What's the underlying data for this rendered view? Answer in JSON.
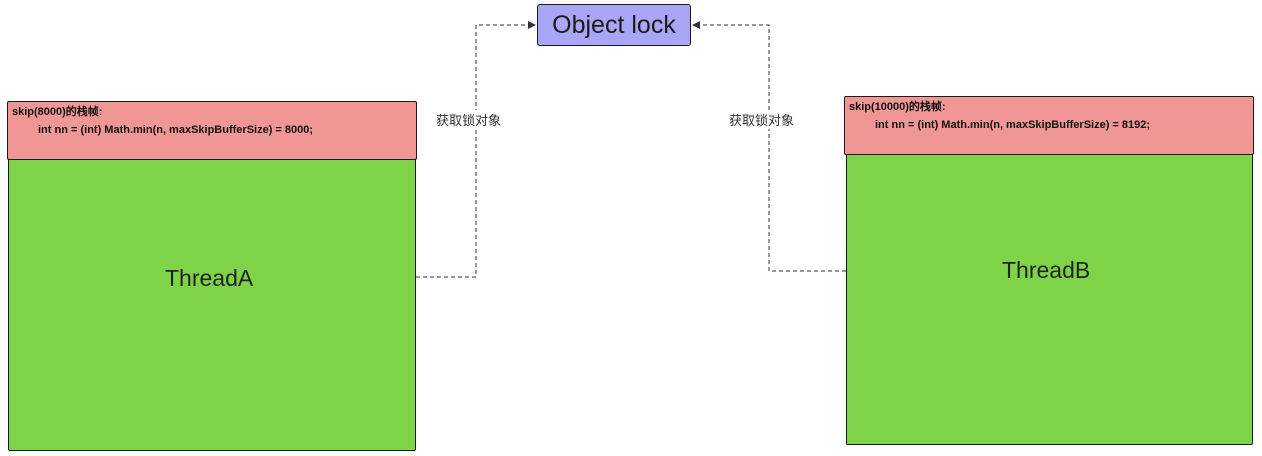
{
  "object_lock": {
    "label": "Object lock",
    "fill": "#a9a6f7"
  },
  "threads": [
    {
      "name": "ThreadA",
      "fill": "#7ed347",
      "frame": {
        "title": "skip(8000)的栈帧:",
        "code": "int nn = (int) Math.min(n, maxSkipBufferSize) = 8000;",
        "fill": "#f09694"
      },
      "edge_label": "获取锁对象"
    },
    {
      "name": "ThreadB",
      "fill": "#7ed347",
      "frame": {
        "title": "skip(10000)的栈帧:",
        "code": "int nn = (int) Math.min(n, maxSkipBufferSize) = 8192;",
        "fill": "#f09694"
      },
      "edge_label": "获取锁对象"
    }
  ],
  "edge_style": "dashed-arrow",
  "edge_color": "#333333"
}
